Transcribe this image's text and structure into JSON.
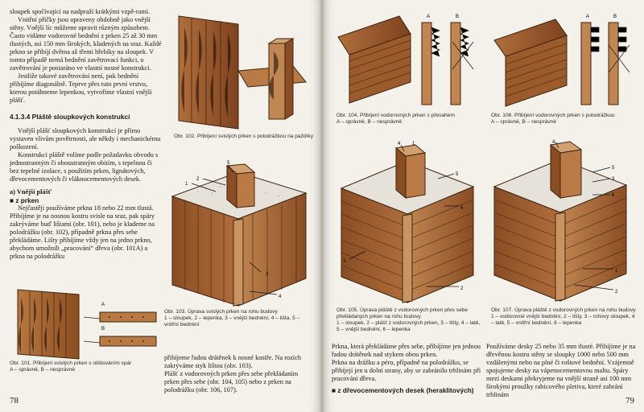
{
  "left_page": {
    "page_number": "78",
    "col1": {
      "p1": "sloupek spočívající na nadpraží krátkými vzpě-rami.",
      "p2": "Vnitřní příčky jsou upraveny obdobně jako vnější stěny. Vnější líc můžeme upravit různým způsobem. Často vidáme vodorovné bednění z prken 25 až 30 mm tlustých, asi 150 mm širokých, kladených na sraz. Každé prkno se přibíjí dvěma až třemi hřebíky na sloupek. V tomto případě nemá bednění zavětrovací funkci, o zavětrování je postaráno ve vlastní nosné konstrukci.",
      "p3": "Jestliže takové zavětrování není, pak bednění přibíjíme diagonálně. Teprve přes tuto první vrstvu, kterou potáhneme lepenkou, vytvoříme vlastní vnější plášť.",
      "heading": "4.1.3.4 Pláště sloupkových konstrukcí",
      "p4": "Vnější plášť sloupkových konstrukcí je přímo vystaven vlivům povětrnosti, ale někdy i mechanickému poškození.",
      "p5": "Konstrukci pláště volíme podle požadavku obvodu s jednostranným či oboustranným obitím, s tepelnou či bez tepelné izolace, s použitím prken, lignátových, dřevocementových či vláknocementových desek.",
      "sub_a": "a) Vnější plášť",
      "sub_bullet": "■ z prken",
      "p6": "Nejčastěji používáme prkna 18 nebo 22 mm tlustá. Přibíjíme je na nosnou kostru svisle na sraz, pak spáry zakrýváme buď lištami (obr. 101), nebo je klademe na polodrážku (obr. 102), případně prkna přes sebe překládáme. Lišty přibíjíme vždy jen na jedno prkno, abychom umožnili „pracování“ dřeva (obr. 101A) a prkna na polodrážku"
    },
    "fig101_caption": "Obr. 101. Přibíjení svislých prken s olištováním spár\nA – správně, B – nesprávně",
    "fig102_caption": "Obr. 102. Přibíjení svislých prken s polodrážkou na paždíky",
    "fig103_caption": "Obr. 103. Úprava svislých prken na rohu budovy\n1 – sloupek, 2 – lepenka, 3 – vnější bednění, 4 – lišta, 5 – vnitřní bednění",
    "col2_text": "přibíjeme řadou drátěnek k nosné kostře. Na rozích zakrýváme styk lištou (obr. 103).\nPlášť z vodorovných prken přes sebe překládaním prken přes sebe (obr. 104, 105) nebo z prken na polodrážku (obr. 106, 107).",
    "fig_labels": {
      "A": "A",
      "B": "B",
      "n1": "1",
      "n2": "2",
      "n3": "3",
      "n4": "4",
      "n5": "5"
    }
  },
  "right_page": {
    "page_number": "79",
    "fig104_caption": "Obr. 104. Přibíjení vodorovných prken s přesahem\nA – správně, B – nesprávně",
    "fig105_caption": "Obr. 105. Úprava pláště z vodorovných prken přes sebe překládaných prken na rohu budovy\n1 – sloupek, 2 – plášť z vodorovných prken, 3 – lišty, 4 – latě, 5 – vnější bednění, 6 – lepenka",
    "fig106_caption": "Obr. 106. Přibíjení vodorovných prken s polodrážkou\nA – správně, B – nesprávně",
    "fig107_caption": "Obr. 107. Úprava pláště z vodorovných prken na rohu budovy\n1 – vodorovné vnější bednění, 2 – lišty, 3 – rohový sloupek, 4 – latě, 5 – vnitřní bednění, 6 – lepenka",
    "col1_text": "Prkna, která překládáme přes sebe, přibíjíme jen jednou řadou drátěnek nad stykem obou prken.\nPrkna na drážku a péro, případně na polodrážku, se přibíjejí jen u dolní strany, aby se zabránilo trhlinám při pracování dřeva.",
    "col1_bullet": "■ z dřevocementových desek (heraklitových)",
    "col2_text": "Používáme desky 25 nebo 35 mm tlusté. Přibíjíme je na dřevěnou kostru stěny se sloupky 1000 nebo 500 mm vzdálenými nebo na plné či roštové bednění. Vzájemně spojujeme desky na vápenocementovou maltu. Spáry mezi deskami překryjeme na vnější straně asi 100 mm širokými proužky rabicového pletiva, které zabrání trhlinám",
    "fig_labels": {
      "A": "A",
      "B": "B",
      "n1": "1",
      "n2": "2",
      "n3": "3",
      "n4": "4",
      "n5": "5",
      "n6": "6"
    }
  }
}
